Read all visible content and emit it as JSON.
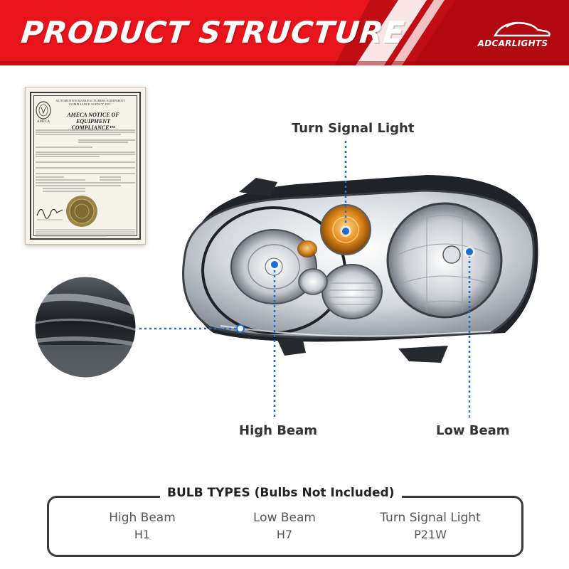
{
  "header": {
    "title": "PRODUCT STRUCTURE",
    "brand": "ADCARLIGHTS"
  },
  "certificate": {
    "organization": "AUTOMOTIVE MANUFACTURERS EQUIPMENT COMPLIANCE AGENCY, INC.",
    "title": "AMECA NOTICE OF EQUIPMENT COMPLIANCE™",
    "emblem_label": "AMECA"
  },
  "callouts": {
    "turn_signal": "Turn Signal Light",
    "high_beam": "High Beam",
    "low_beam": "Low Beam"
  },
  "bulb_types": {
    "title": "BULB TYPES (Bulbs Not Included)",
    "items": [
      {
        "name": "High Beam",
        "code": "H1"
      },
      {
        "name": "Low Beam",
        "code": "H7"
      },
      {
        "name": "Turn Signal Light",
        "code": "P21W"
      }
    ]
  },
  "colors": {
    "header_red": "#e8141c",
    "header_dark_red": "#b5080f",
    "callout_blue": "#1a6fd6",
    "amber": "#e08a1a"
  }
}
